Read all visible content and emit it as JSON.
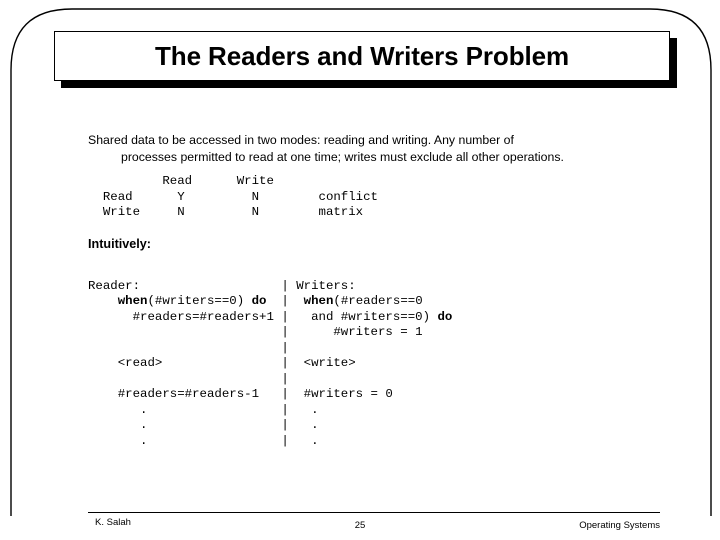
{
  "slide": {
    "title": "The Readers and Writers Problem",
    "intro": {
      "line1": "Shared data to be accessed in two modes: reading and writing. Any number of",
      "line2": "processes permitted to read at one time; writes must exclude all other operations."
    },
    "conflict_matrix_text": "          Read      Write\n  Read      Y         N        conflict\n  Write     N         N        matrix",
    "conflict_matrix": {
      "col_headers": [
        "Read",
        "Write"
      ],
      "row_headers": [
        "Read",
        "Write"
      ],
      "cells": [
        [
          "Y",
          "N"
        ],
        [
          "N",
          "N"
        ]
      ],
      "caption_line1": "conflict",
      "caption_line2": "matrix"
    },
    "intuitively_label": "Intuitively:",
    "code": {
      "reader_heading": "Reader:",
      "writer_heading": "Writers:",
      "separator": "|",
      "lines": [
        {
          "left_pre": "Reader:",
          "left_kw1": "",
          "left_mid": "",
          "left_kw2": "",
          "left_post": "",
          "right_pre": " Writers:",
          "right_kw1": "",
          "right_mid": "",
          "right_kw2": "",
          "right_post": ""
        }
      ],
      "reader_lines": [
        "Reader:",
        "    when(#writers==0) do",
        "      #readers=#readers+1",
        "",
        "    <read>",
        "",
        "    #readers=#readers-1",
        "       .",
        "       .",
        "       ."
      ],
      "writer_lines": [
        " Writers:",
        "  when(#readers==0",
        "   and #writers==0) do",
        "      #writers = 1",
        "",
        "  <write>",
        "",
        "  #writers = 0",
        "   .",
        "   .",
        "   ."
      ]
    },
    "footer": {
      "author": "K. Salah",
      "page_number": "25",
      "course": "Operating Systems"
    }
  },
  "colors": {
    "background": "#ffffff",
    "foreground": "#000000",
    "shadow": "#000000"
  }
}
